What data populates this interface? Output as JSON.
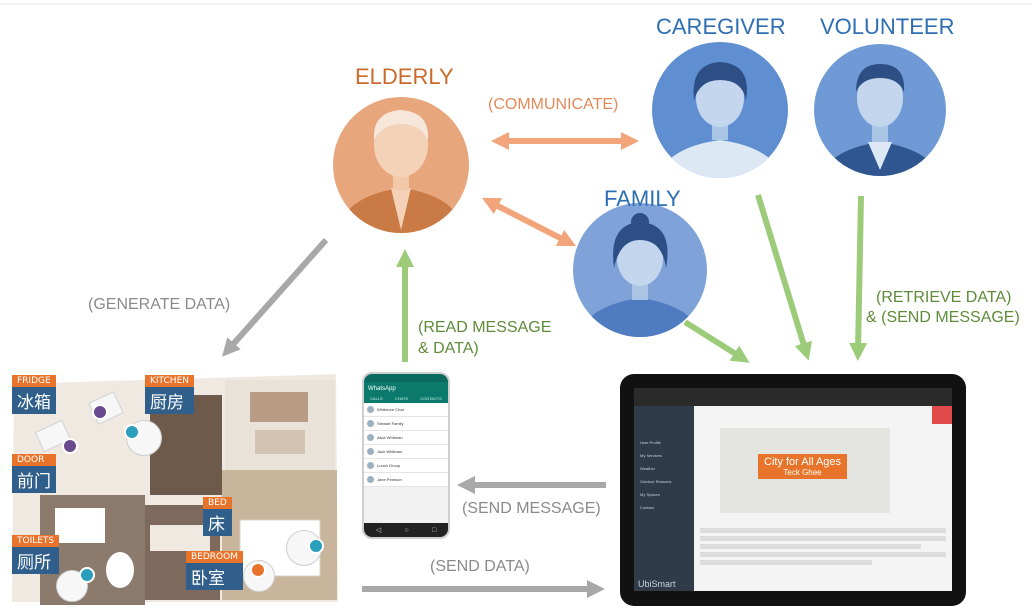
{
  "roles": {
    "elderly": "ELDERLY",
    "caregiver": "CAREGIVER",
    "volunteer": "VOLUNTEER",
    "family": "FAMILY"
  },
  "flows": {
    "communicate": "(COMMUNICATE)",
    "generate_data": "(GENERATE DATA)",
    "read_message_1": "(READ MESSAGE",
    "read_message_2": "& DATA)",
    "retrieve_data_1": "(RETRIEVE DATA)",
    "retrieve_data_2": "& (SEND MESSAGE)",
    "send_message": "(SEND MESSAGE)",
    "send_data": "(SEND DATA)"
  },
  "rooms": [
    {
      "en": "FRIDGE",
      "zh": "冰箱"
    },
    {
      "en": "KITCHEN",
      "zh": "厨房"
    },
    {
      "en": "DOOR",
      "zh": "前门"
    },
    {
      "en": "BED",
      "zh": "床"
    },
    {
      "en": "TOILETS",
      "zh": "厕所"
    },
    {
      "en": "BEDROOM",
      "zh": "卧室"
    }
  ],
  "phone": {
    "app": "WhatsApp",
    "tabs": [
      "CALLS",
      "CHATS",
      "CONTACTS"
    ],
    "chats": [
      "Whitmore Chat",
      "Stewart Family",
      "Alice Whitman",
      "Jack Whitman",
      "Lunch Group",
      "Jane Pearson"
    ]
  },
  "tablet": {
    "brand": "City for All Ages",
    "subbrand": "Teck Ghee",
    "logo": "UbiSmart",
    "menu": [
      "User Profile",
      "My Services",
      "Weather",
      "Outdoor Reasons",
      "My Spaces",
      "Contact"
    ]
  },
  "colors": {
    "role_blue": "#2e6fb3",
    "elderly_orange": "#cc6a2c",
    "arrow_orange": "#f2a47a",
    "arrow_green": "#9ccc7a",
    "arrow_grey": "#a8a8a8"
  }
}
